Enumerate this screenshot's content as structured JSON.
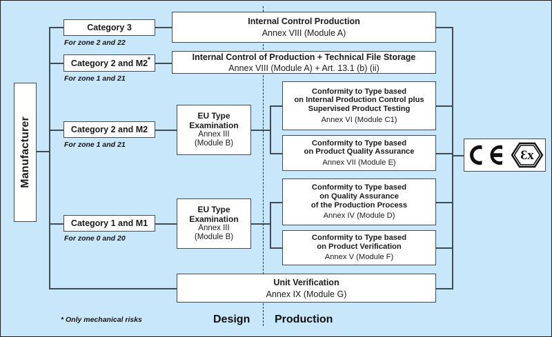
{
  "diagram": {
    "background_color": "#c9e7fb",
    "box_border_color": "#3f4a52",
    "manufacturer": {
      "label": "Manufacturer"
    },
    "categories": [
      {
        "label": "Category 3",
        "zone": "For zone 2 and 22",
        "star": ""
      },
      {
        "label": "Category 2 and  M2",
        "zone": "For zone 1 and 21",
        "star": "*"
      },
      {
        "label": "Category 2 and  M2",
        "zone": "For zone 1 and 21",
        "star": ""
      },
      {
        "label": "Category 1 and  M1",
        "zone": "For zone 0 and 20",
        "star": ""
      }
    ],
    "eu_type_examination": [
      {
        "title1": "EU Type",
        "title2": "Examination",
        "annex": "Annex  III",
        "module": "(Module B)"
      },
      {
        "title1": "EU Type",
        "title2": "Examination",
        "annex": "Annex  III",
        "module": "(Module B)"
      }
    ],
    "procedures": {
      "internal_control_production": {
        "title": "Internal Control Production",
        "annex": "Annex VIII (Module A)"
      },
      "internal_control_plus_file": {
        "title": "Internal Control of Production + Technical File Storage",
        "annex": "Annex VIII (Module A) + Art. 13.1 (b) (ii)"
      },
      "conformity_c1": {
        "line1": "Conformity to Type based",
        "line2": "on Internal Production Control plus",
        "line3": "Supervised Product Testing",
        "annex": "Annex  VI (Module C1)"
      },
      "conformity_e": {
        "line1": "Conformity to Type based",
        "line2": "on Product Quality Assurance",
        "line3": "",
        "annex": "Annex  VII (Module E)"
      },
      "conformity_d": {
        "line1": "Conformity to Type based",
        "line2": "on Quality Assurance",
        "line3": "of the Production Process",
        "annex": "Annex  IV (Module D)"
      },
      "conformity_f": {
        "line1": "Conformity to Type based",
        "line2": "on Product Verification",
        "line3": "",
        "annex": "Annex  V (Module F)"
      },
      "unit_verification": {
        "title": "Unit Verification",
        "annex": "Annex IX (Module G)"
      }
    },
    "footnote": "* Only mechanical  risks",
    "phases": {
      "design": "Design",
      "production": "Production"
    },
    "mark": {
      "ce": "CE",
      "ex": "Ex",
      "label": "CE Ex marking"
    }
  }
}
